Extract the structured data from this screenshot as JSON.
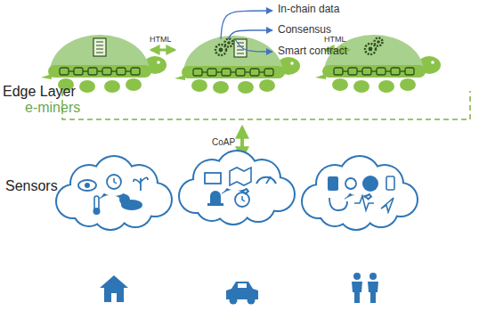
{
  "diagram": {
    "labels": [
      "Edge Layer",
      "e-miners",
      "In-chain data",
      "Consensus",
      "Smart contract",
      "HTML",
      "HTML",
      "CoAP",
      "Sensors"
    ]
  }
}
